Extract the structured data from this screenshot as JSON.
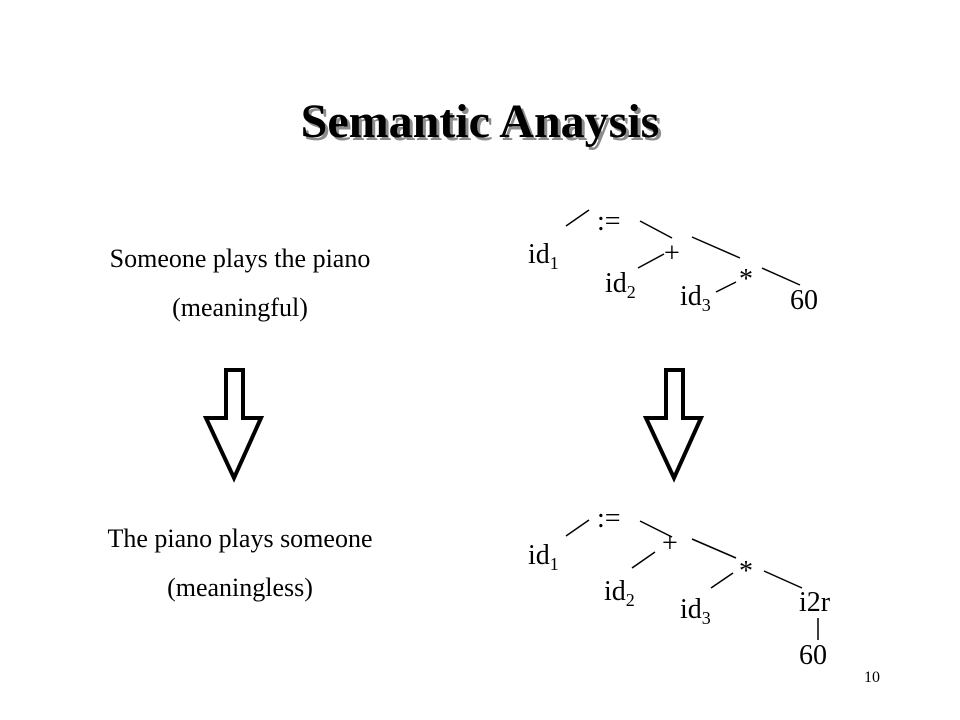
{
  "slide": {
    "title": "Semantic Anaysis",
    "number": "10"
  },
  "left": {
    "top": {
      "sentence": "Someone plays the piano",
      "note": "(meaningful)"
    },
    "bottom": {
      "sentence": "The piano plays someone",
      "note": "(meaningless)"
    }
  },
  "tree_top": {
    "assign": ":=",
    "plus": "+",
    "times": "*",
    "id": "id",
    "sub1": "1",
    "sub2": "2",
    "sub3": "3",
    "number": "60"
  },
  "tree_bottom": {
    "assign": ":=",
    "plus": "+",
    "times": "*",
    "id": "id",
    "sub1": "1",
    "sub2": "2",
    "sub3": "3",
    "conversion": "i2r",
    "number": "60"
  }
}
